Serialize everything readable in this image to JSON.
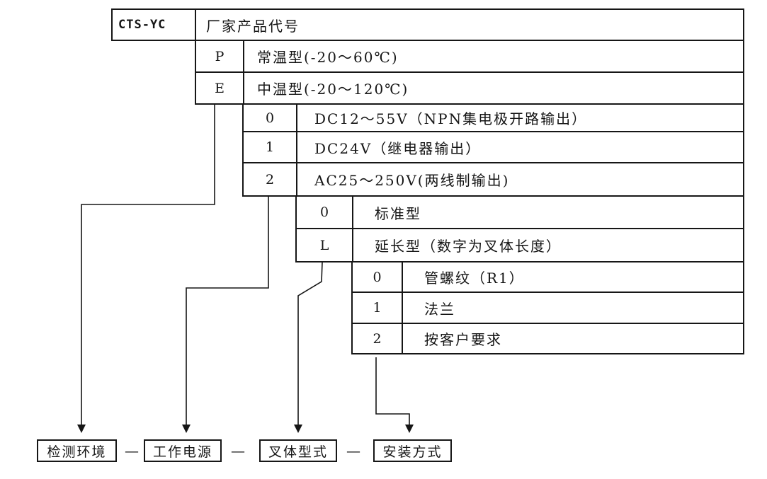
{
  "header": {
    "code": "CTS-YC",
    "label": "厂家产品代号"
  },
  "groups": [
    {
      "rows": [
        {
          "code": "P",
          "desc": "常温型(-20～60℃)"
        },
        {
          "code": "E",
          "desc": "中温型(-20～120℃)"
        }
      ]
    },
    {
      "rows": [
        {
          "code": "0",
          "desc": "DC12～55V（NPN集电极开路输出）"
        },
        {
          "code": "1",
          "desc": "DC24V（继电器输出）"
        },
        {
          "code": "2",
          "desc": "AC25～250V(两线制输出)"
        }
      ]
    },
    {
      "rows": [
        {
          "code": "0",
          "desc": "标准型"
        },
        {
          "code": "L",
          "desc": "延长型（数字为叉体长度）"
        }
      ]
    },
    {
      "rows": [
        {
          "code": "0",
          "desc": "管螺纹（R1）"
        },
        {
          "code": "1",
          "desc": "法兰"
        },
        {
          "code": "2",
          "desc": "按客户要求"
        }
      ]
    }
  ],
  "labels": [
    "检测环境",
    "工作电源",
    "叉体型式",
    "安装方式"
  ],
  "separator": "—",
  "colors": {
    "line": "#161616",
    "background": "#ffffff"
  }
}
